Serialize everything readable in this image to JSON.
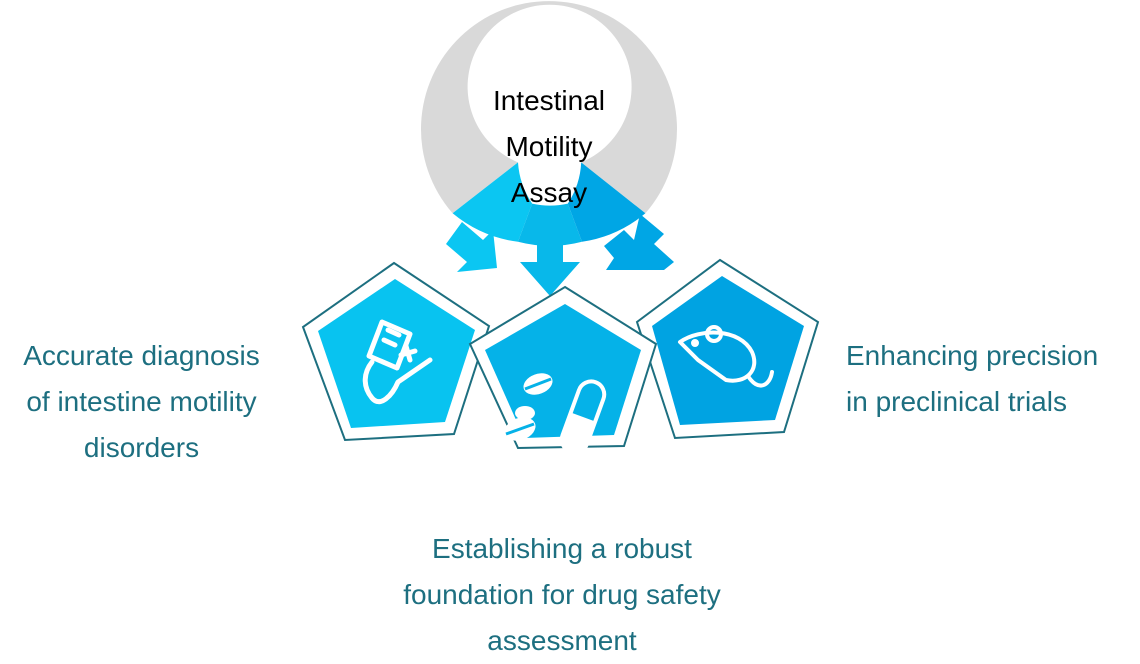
{
  "title": [
    "Intestinal",
    "Motility",
    "Assay"
  ],
  "nodes": [
    {
      "id": "diagnosis",
      "label": [
        "Accurate diagnosis",
        "of intestine motility",
        "disorders"
      ],
      "icon": "iv-bag-icon"
    },
    {
      "id": "drug-safety",
      "label": [
        "Establishing a robust",
        "foundation for drug safety",
        "assessment"
      ],
      "icon": "pills-icon"
    },
    {
      "id": "preclinical",
      "label": [
        "Enhancing precision",
        "in preclinical trials"
      ],
      "icon": "mouse-icon"
    }
  ],
  "colors": {
    "ring": "#d9d9d9",
    "segment_left": "#0bc6f2",
    "segment_mid": "#08b8ea",
    "segment_right": "#00a6e5",
    "pentagon_left": "#08c3f0",
    "pentagon_mid": "#05b2e8",
    "pentagon_right": "#00a3e2",
    "pentagon_border": "#1d6f80",
    "label_text": "#1d6f80",
    "title_text": "#000000"
  }
}
